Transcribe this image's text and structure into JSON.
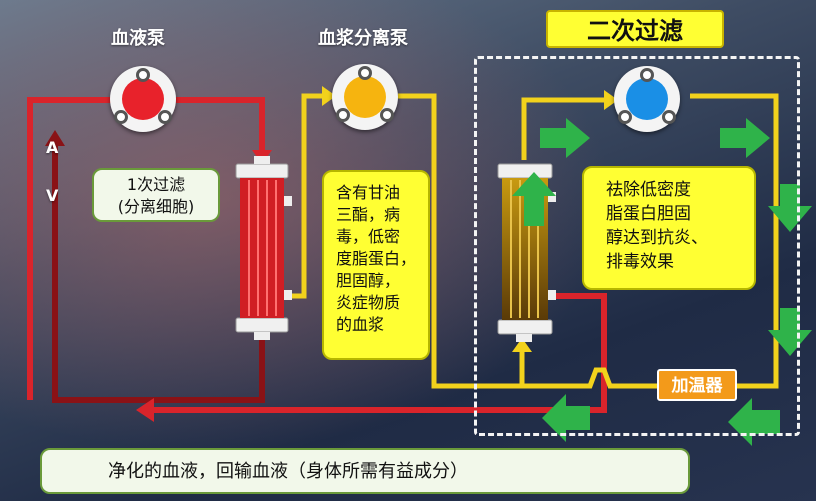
{
  "labels": {
    "blood_pump": "血液泵",
    "plasma_pump": "血浆分离泵",
    "secondary_filter": "二次过滤",
    "port_a": "A",
    "port_v": "V",
    "heater": "加温器"
  },
  "boxes": {
    "first_filter": "1次过滤\n(分离细胞)",
    "plasma_contents": "含有甘油\n三酯，病\n毒，低密\n度脂蛋白，\n胆固醇，\n炎症物质\n的血浆",
    "secondary_effect": "祛除低密度\n脂蛋白胆固\n醇达到抗炎、\n排毒效果",
    "return_blood": "净化的血液，回输血液（身体所需有益成分）"
  },
  "colors": {
    "blood_red": "#d9242b",
    "return_dark_red": "#8a1216",
    "plasma_yellow": "#f2d21c",
    "arrow_green": "#2fb34a",
    "pump_red": "#e8222b",
    "pump_yellow": "#f6b40f",
    "pump_blue": "#1a8fe6"
  }
}
